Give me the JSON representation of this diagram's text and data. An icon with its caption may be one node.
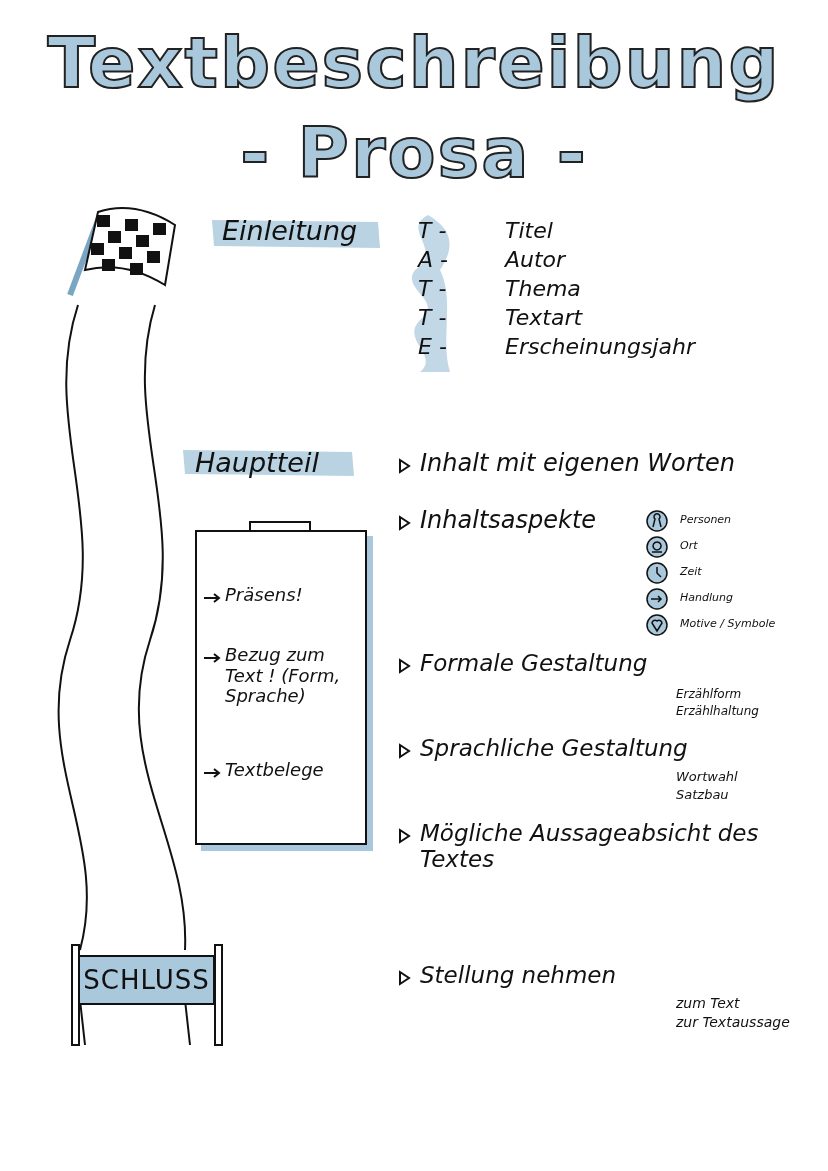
{
  "diagram": {
    "title": "Textbeschreibung - Prosa -",
    "nodes": [
      {
        "text": [
          "Präsens!",
          "Bezug zum Text ! (Form, Sprache)",
          "Textbelege"
        ]
      },
      {
        "text": [
          "SCHLUSS"
        ]
      }
    ],
    "labels": [
      "Einleitung",
      "T -",
      "Titel",
      "A -",
      "Autor",
      "T -",
      "Thema",
      "T -",
      "Textart",
      "E -",
      "Erscheinungsjahr",
      "Hauptteil",
      "Inhalt mit eigenen Worten",
      "Inhaltsaspekte",
      "Personen",
      "Ort",
      "Zeit",
      "Handlung",
      "Motive / Symbole",
      "Formale Gestaltung",
      "Erzählform",
      "Erzählhaltung",
      "Sprachliche Gestaltung",
      "Wortwahl",
      "Satzbau",
      "Mögliche Aussageabsicht des Textes",
      "Stellung nehmen",
      "zum Text",
      "zur Textaussage"
    ]
  }
}
